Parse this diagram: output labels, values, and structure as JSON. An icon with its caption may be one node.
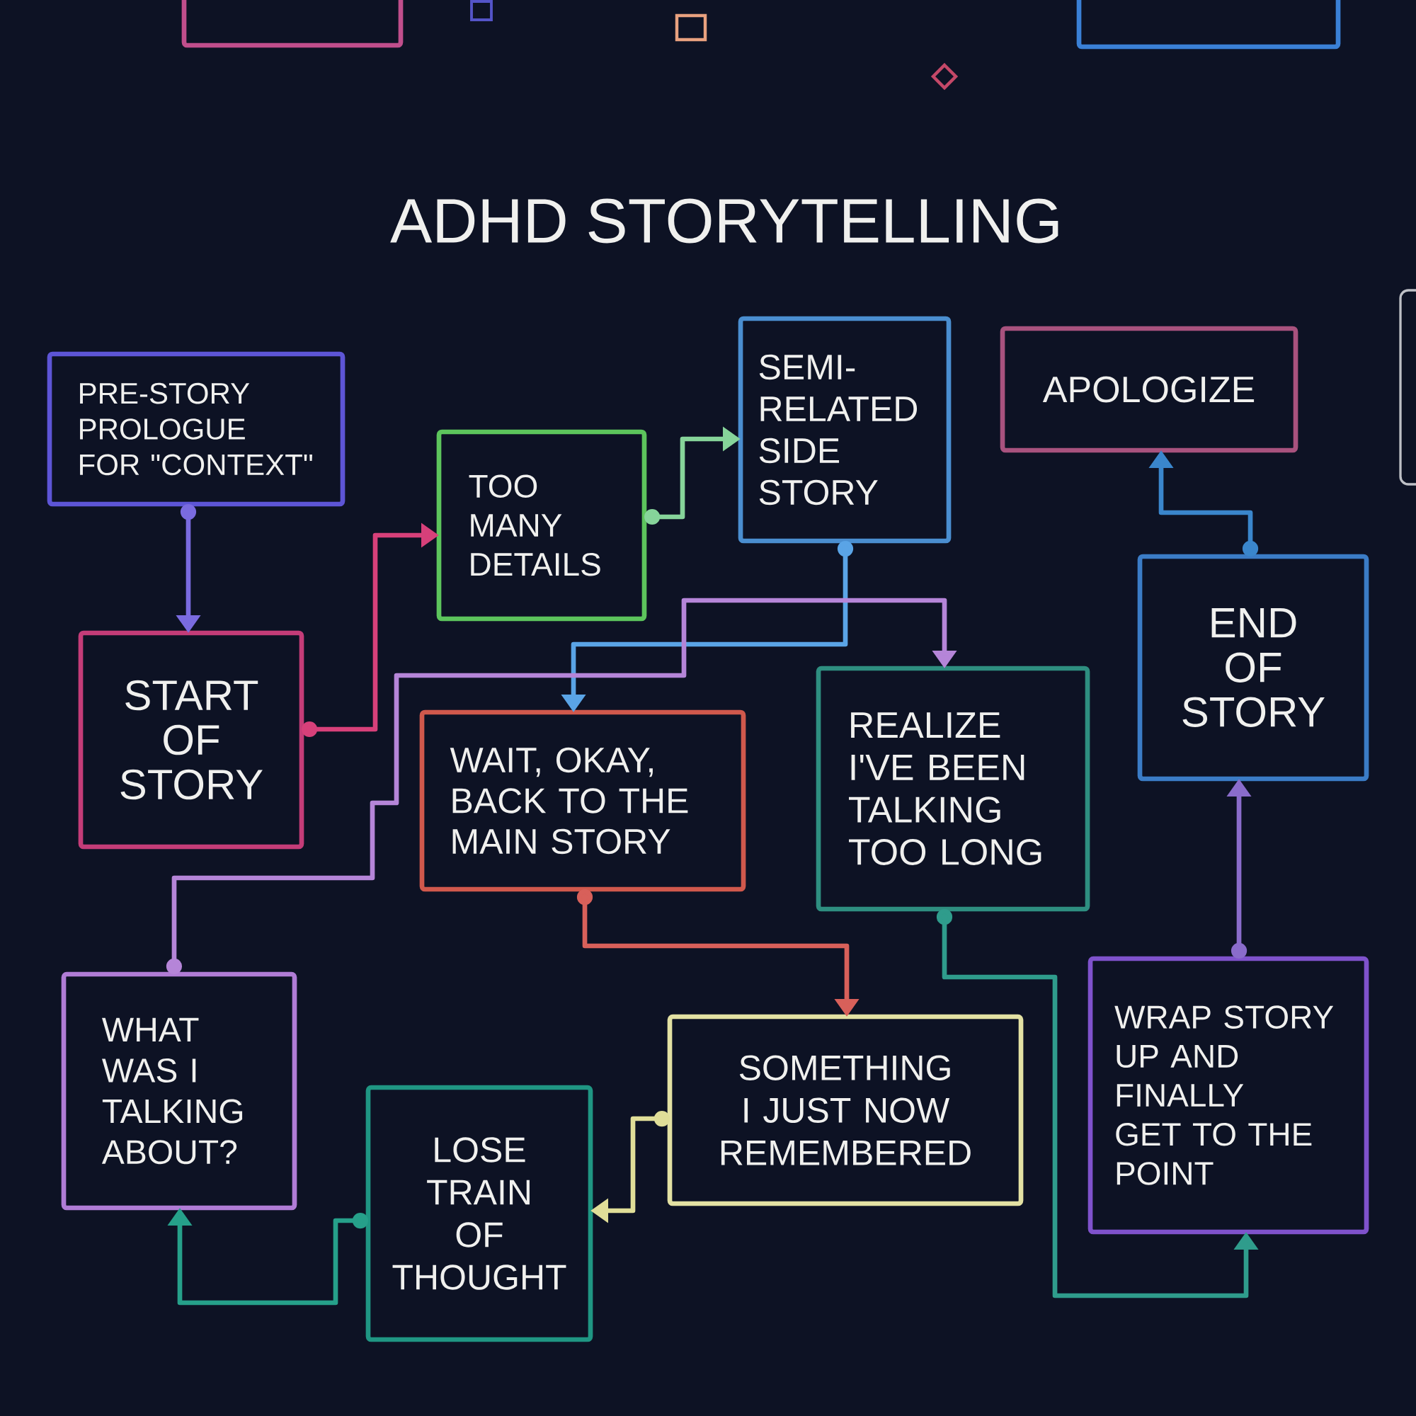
{
  "diagram": {
    "title": "ADHD STORYTELLING",
    "nodes": [
      {
        "text": [],
        "shape": "box"
      },
      {
        "text": [],
        "shape": "box"
      },
      {
        "text": [
          "PRE-STORY PROLOGUE FOR \"CONTEXT\""
        ]
      },
      {
        "text": [
          "TOO MANY DETAILS"
        ]
      },
      {
        "text": [
          "SEMI-RELATED SIDE STORY"
        ]
      },
      {
        "text": [
          "APOLOGIZE"
        ]
      },
      {
        "text": [
          "START OF STORY"
        ]
      },
      {
        "text": [
          "WAIT, OKAY, BACK TO THE MAIN STORY"
        ]
      },
      {
        "text": [
          "REALIZE I'VE BEEN TALKING TOO LONG"
        ]
      },
      {
        "text": [
          "END OF STORY"
        ]
      },
      {
        "text": [
          "WHAT WAS I TALKING ABOUT?"
        ]
      },
      {
        "text": [
          "LOSE TRAIN OF THOUGHT"
        ]
      },
      {
        "text": [
          "SOMETHING I JUST NOW REMEMBERED"
        ]
      },
      {
        "text": [
          "WRAP STORY UP AND FINALLY GET TO THE POINT"
        ]
      }
    ],
    "edges": [
      {
        "from": 2,
        "to": 6,
        "arrow": "to",
        "color": "#7A6BE0"
      },
      {
        "from": 6,
        "to": 3,
        "arrow": "to",
        "color": "#D7407A"
      },
      {
        "from": 3,
        "to": 4,
        "arrow": "to",
        "color": "#86D49A"
      },
      {
        "from": 4,
        "to": 7,
        "arrow": "to",
        "color": "#5AA4E6"
      },
      {
        "from": 7,
        "to": 12,
        "arrow": "to",
        "color": "#D8605A"
      },
      {
        "from": 12,
        "to": 11,
        "arrow": "to",
        "color": "#E0DE98"
      },
      {
        "from": 11,
        "to": 10,
        "arrow": "to",
        "color": "#26A08A"
      },
      {
        "from": 10,
        "to": 8,
        "arrow": "to",
        "color": "#B585D8"
      },
      {
        "from": 8,
        "to": 13,
        "arrow": "to",
        "color": "#2F9C8C"
      },
      {
        "from": 13,
        "to": 9,
        "arrow": "to",
        "color": "#8A6CCB"
      },
      {
        "from": 9,
        "to": 5,
        "arrow": "to",
        "color": "#3A86CC"
      }
    ]
  }
}
